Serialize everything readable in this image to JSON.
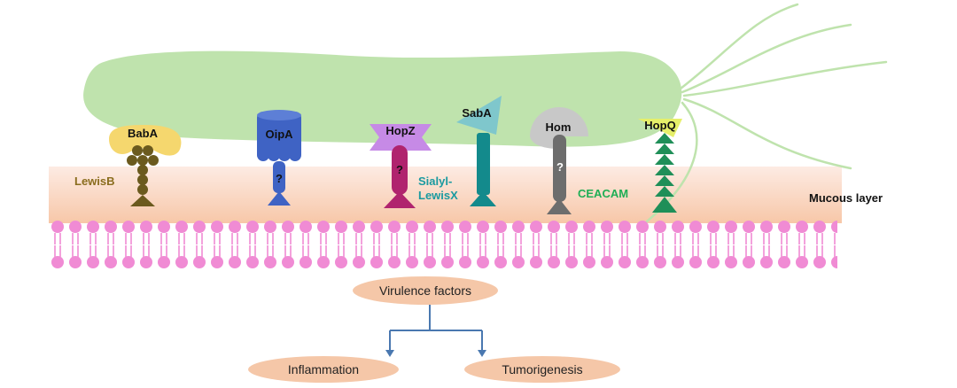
{
  "labels": {
    "mucous_layer": "Mucous layer",
    "virulence_factors": "Virulence factors",
    "inflammation": "Inflammation",
    "tumorigenesis": "Tumorigenesis"
  },
  "adhesins": {
    "baba": {
      "name": "BabA",
      "receptor": "LewisB",
      "color": "#f5d76e",
      "receptor_color": "#6b5a1e",
      "label_color": "#8a6d1e"
    },
    "oipa": {
      "name": "OipA",
      "receptor_mark": "?",
      "color": "#3f63c4",
      "receptor_color": "#3f63c4"
    },
    "hopz": {
      "name": "HopZ",
      "receptor_mark": "?",
      "color": "#c68ae6",
      "receptor_color": "#b0246e"
    },
    "saba": {
      "name": "SabA",
      "receptor_line1": "Sialyl-",
      "receptor_line2": "LewisX",
      "color": "#7fc7cc",
      "receptor_color": "#138a8c",
      "label_color": "#1a9aa0"
    },
    "hom": {
      "name": "Hom",
      "receptor_mark": "?",
      "color": "#c8c8c8",
      "receptor_color": "#6d6d6d"
    },
    "hopq": {
      "name": "HopQ",
      "receptor": "CEACAM",
      "color": "#e6ef6a",
      "receptor_color": "#1f8f58",
      "label_color": "#1fae55"
    }
  },
  "colors": {
    "bacterium": "#bfe3ad",
    "membrane": "#f08bd4",
    "mucus_top": "#fdebe3",
    "mucus_bottom": "#f7c7a8",
    "oval": "#f5c7a8",
    "arrow": "#4a78b0"
  }
}
